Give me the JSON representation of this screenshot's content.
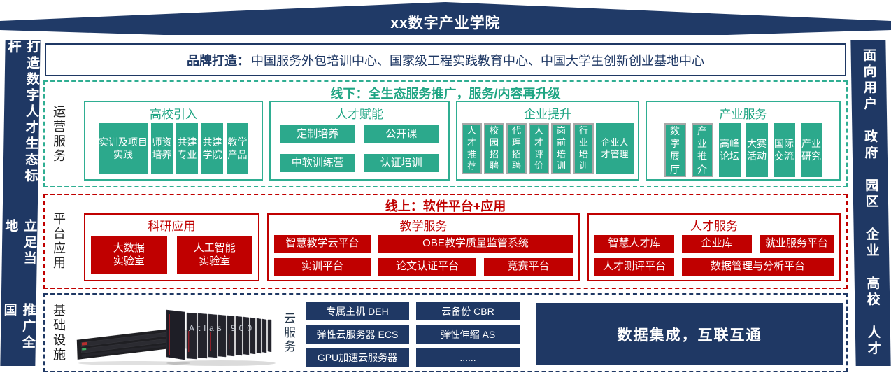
{
  "banner": {
    "title": "xx数字产业学院"
  },
  "side_left": {
    "segments": [
      "打造数字人才生态标杆",
      "立足当地",
      "推广全国"
    ]
  },
  "side_right": {
    "segments": [
      "面向用户",
      "政府",
      "园区",
      "企业",
      "高校",
      "人才"
    ]
  },
  "brand": {
    "label": "品牌打造：",
    "text": "中国服务外包培训中心、国家级工程实践教育中心、中国大学生创新创业基地中心"
  },
  "operations": {
    "side_label": "运营服务",
    "header": "线下：全生态服务推广，服务/内容再升级",
    "groups": [
      {
        "title": "高校引入",
        "items": [
          "实训及项目实践",
          "师资培养",
          "共建专业",
          "共建学院",
          "教学产品"
        ]
      },
      {
        "title": "人才赋能",
        "items": [
          "定制培养",
          "公开课",
          "中软训练营",
          "认证培训"
        ]
      },
      {
        "title": "企业提升",
        "items": [
          "人才推荐",
          "校园招聘",
          "代理招聘",
          "人才评价",
          "岗前培训",
          "行业培训",
          "企业人才管理"
        ]
      },
      {
        "title": "产业服务",
        "items": [
          "数字展厅",
          "产业推介",
          "高峰论坛",
          "大赛活动",
          "国际交流",
          "产业研究"
        ]
      }
    ]
  },
  "platform": {
    "side_label": "平台应用",
    "header": "线上：软件平台+应用",
    "groups": [
      {
        "title": "科研应用",
        "items": [
          "大数据\n实验室",
          "人工智能\n实验室"
        ]
      },
      {
        "title": "教学服务",
        "items": [
          "智慧教学云平台",
          "OBE教学质量监管系统",
          "实训平台",
          "论文认证平台",
          "竞赛平台"
        ]
      },
      {
        "title": "人才服务",
        "items": [
          "智慧人才库",
          "企业库",
          "就业服务平台",
          "人才测评平台",
          "数据管理与分析平台"
        ]
      }
    ]
  },
  "infrastructure": {
    "side_label": "基础设施",
    "cloud_label": "云服务",
    "cloud_items": [
      "专属主机 DEH",
      "云备份 CBR",
      "弹性云服务器 ECS",
      "弹性伸缩 AS",
      "GPU加速云服务器",
      "......"
    ],
    "integration_banner": "数据集成，互联互通",
    "atlas_label": "Atlas 900"
  },
  "colors": {
    "navy": "#1F3864",
    "green": "#2CA98C",
    "red": "#C00000"
  }
}
